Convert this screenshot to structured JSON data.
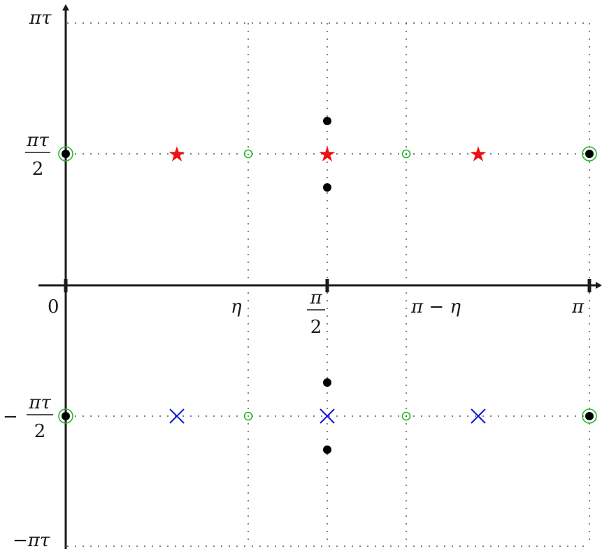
{
  "labels": {
    "y_top": "πτ",
    "y_half_num": "πτ",
    "y_half_den": "2",
    "y_neg_half_sign": "−",
    "y_neg_half_num": "πτ",
    "y_neg_half_den": "2",
    "y_bottom": "−πτ",
    "x_zero": "0",
    "x_eta": "η",
    "x_half_num": "π",
    "x_half_den": "2",
    "x_pi_minus_eta": "π − η",
    "x_pi": "π"
  },
  "colors": {
    "axis": "#1a1a1a",
    "grid": "#333333",
    "dot": "#000000",
    "circle": "#22bb22",
    "star": "#ee1111",
    "cross": "#1111dd"
  },
  "icons": {
    "dot": "filled-dot-icon",
    "circle": "open-circle-icon",
    "star": "star-icon",
    "cross": "cross-icon"
  }
}
